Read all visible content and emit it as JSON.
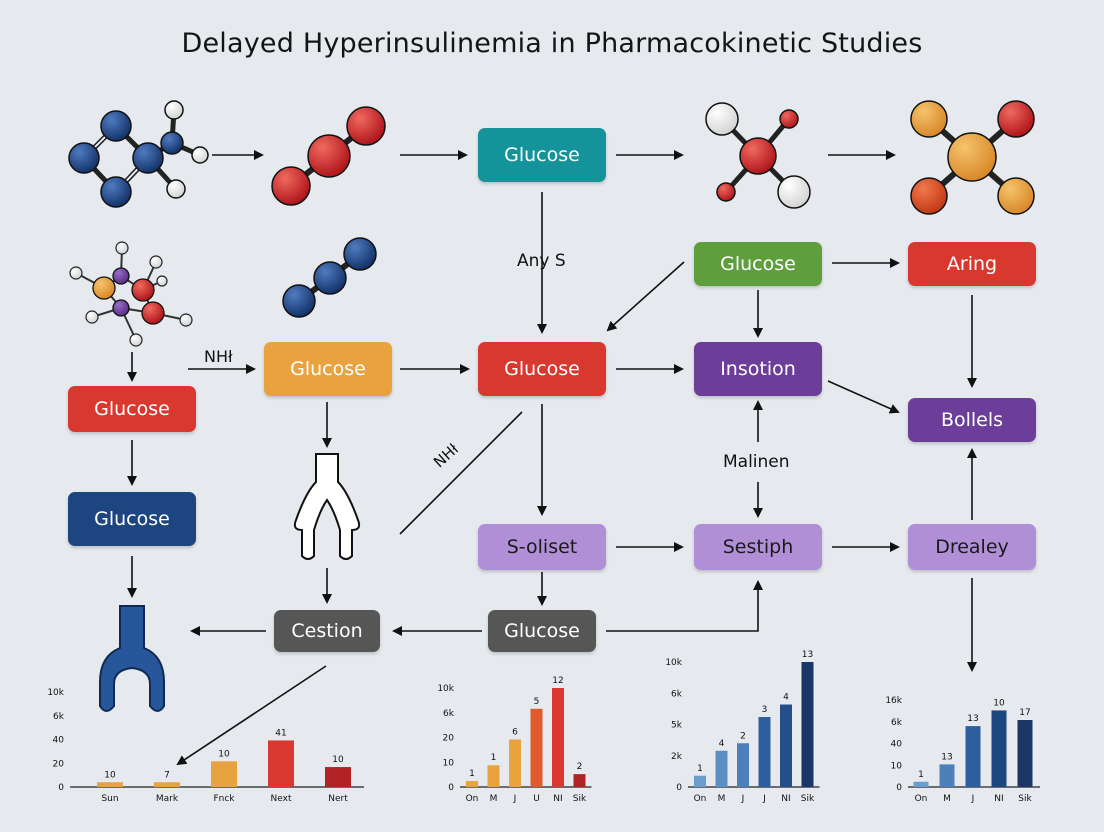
{
  "title": "Delayed Hyperinsulinemia in Pharmacokinetic Studies",
  "colors": {
    "teal": "#14939b",
    "green": "#5e9e3c",
    "red": "#d9382f",
    "orange": "#e8a23e",
    "purple": "#6c3e9a",
    "lavender": "#b08fd6",
    "navy": "#1d4580",
    "gray": "#565656",
    "background": "#e6eaee"
  },
  "nodes": [
    {
      "id": "glucose-teal",
      "label": "Glucose",
      "color": "teal",
      "text_color": "#ffffff"
    },
    {
      "id": "glucose-green",
      "label": "Glucose",
      "color": "green",
      "text_color": "#ffffff"
    },
    {
      "id": "aring",
      "label": "Aring",
      "color": "red",
      "text_color": "#ffffff"
    },
    {
      "id": "glucose-red-left",
      "label": "Glucose",
      "color": "red",
      "text_color": "#ffffff"
    },
    {
      "id": "glucose-orange",
      "label": "Glucose",
      "color": "orange",
      "text_color": "#ffffff"
    },
    {
      "id": "glucose-red-center",
      "label": "Glucose",
      "color": "red",
      "text_color": "#ffffff"
    },
    {
      "id": "insotion",
      "label": "Insotion",
      "color": "purple",
      "text_color": "#ffffff"
    },
    {
      "id": "bollels",
      "label": "Bollels",
      "color": "purple",
      "text_color": "#ffffff"
    },
    {
      "id": "glucose-navy",
      "label": "Glucose",
      "color": "navy",
      "text_color": "#ffffff"
    },
    {
      "id": "s-oliset",
      "label": "S-oliset",
      "color": "lavender",
      "text_color": "#1a1a1a"
    },
    {
      "id": "sestiph",
      "label": "Sestiph",
      "color": "lavender",
      "text_color": "#1a1a1a"
    },
    {
      "id": "drealey",
      "label": "Drealey",
      "color": "lavender",
      "text_color": "#1a1a1a"
    },
    {
      "id": "cestion",
      "label": "Cestion",
      "color": "gray",
      "text_color": "#ffffff"
    },
    {
      "id": "glucose-gray",
      "label": "Glucose",
      "color": "gray",
      "text_color": "#ffffff"
    }
  ],
  "edge_labels": {
    "any_s": "Any S",
    "nhi_top": "NHł",
    "nhi_diag": "NHł",
    "malinen": "Malinen"
  },
  "molecules": [
    {
      "id": "mol-navy-ring",
      "atoms": [
        "navy",
        "navy",
        "navy",
        "navy",
        "white",
        "white",
        "white"
      ]
    },
    {
      "id": "mol-red-chain",
      "atoms": [
        "red",
        "red",
        "red"
      ]
    },
    {
      "id": "mol-red-white",
      "atoms": [
        "red",
        "white",
        "white",
        "red",
        "red"
      ]
    },
    {
      "id": "mol-orange-cross",
      "atoms": [
        "orange",
        "orange",
        "red",
        "red",
        "orange"
      ]
    },
    {
      "id": "mol-mixed",
      "atoms": [
        "orange",
        "purple",
        "red",
        "purple",
        "red",
        "white"
      ]
    },
    {
      "id": "mol-navy-chain",
      "atoms": [
        "navy",
        "navy",
        "navy"
      ]
    }
  ],
  "chart_data": [
    {
      "type": "bar",
      "yticks": [
        "10k",
        "6k",
        "40",
        "20",
        "0"
      ],
      "categories": [
        "Sun",
        "Mark",
        "Fnck",
        "Next",
        "Nert"
      ],
      "values": [
        10,
        7,
        10,
        41,
        10
      ],
      "value_labels": [
        "10",
        "7",
        "10",
        "41",
        "10"
      ],
      "display_heights": [
        0.05,
        0.05,
        0.27,
        0.49,
        0.21
      ],
      "colors": [
        "#e8a23e",
        "#e8a23e",
        "#e8a23e",
        "#d9382f",
        "#b02226"
      ]
    },
    {
      "type": "bar",
      "yticks": [
        "10k",
        "6k",
        "20",
        "10",
        "0"
      ],
      "categories": [
        "On",
        "M",
        "J",
        "U",
        "NI",
        "Sik"
      ],
      "values": [
        1,
        1,
        6,
        5,
        12,
        2
      ],
      "value_labels": [
        "1",
        "1",
        "6",
        "5",
        "12",
        "2"
      ],
      "display_heights": [
        0.06,
        0.22,
        0.48,
        0.79,
        1.0,
        0.13
      ],
      "colors": [
        "#e8a23e",
        "#e8a23e",
        "#e8a23e",
        "#e05a2e",
        "#d9382f",
        "#b02226"
      ]
    },
    {
      "type": "bar",
      "yticks": [
        "10k",
        "6k",
        "5k",
        "2k",
        "0"
      ],
      "categories": [
        "On",
        "M",
        "J",
        "J",
        "NI",
        "Sik"
      ],
      "values": [
        1,
        4,
        2,
        3,
        4,
        13
      ],
      "value_labels": [
        "1",
        "4",
        "2",
        "3",
        "4",
        "13"
      ],
      "display_heights": [
        0.09,
        0.29,
        0.35,
        0.56,
        0.66,
        1.0
      ],
      "colors": [
        "#6a9ccc",
        "#5b8fc4",
        "#4d7fba",
        "#2d5e9f",
        "#264f8a",
        "#1b3566"
      ]
    },
    {
      "type": "bar",
      "yticks": [
        "16k",
        "6k",
        "40",
        "10",
        "0"
      ],
      "categories": [
        "On",
        "M",
        "J",
        "NI",
        "Sik"
      ],
      "values": [
        1,
        13,
        13,
        10,
        17
      ],
      "value_labels": [
        "1",
        "13",
        "13",
        "10",
        "17"
      ],
      "display_heights": [
        0.06,
        0.26,
        0.7,
        0.88,
        0.77
      ],
      "colors": [
        "#6a9ccc",
        "#4d7fba",
        "#2d5e9f",
        "#1d4580",
        "#1b3566"
      ]
    }
  ]
}
